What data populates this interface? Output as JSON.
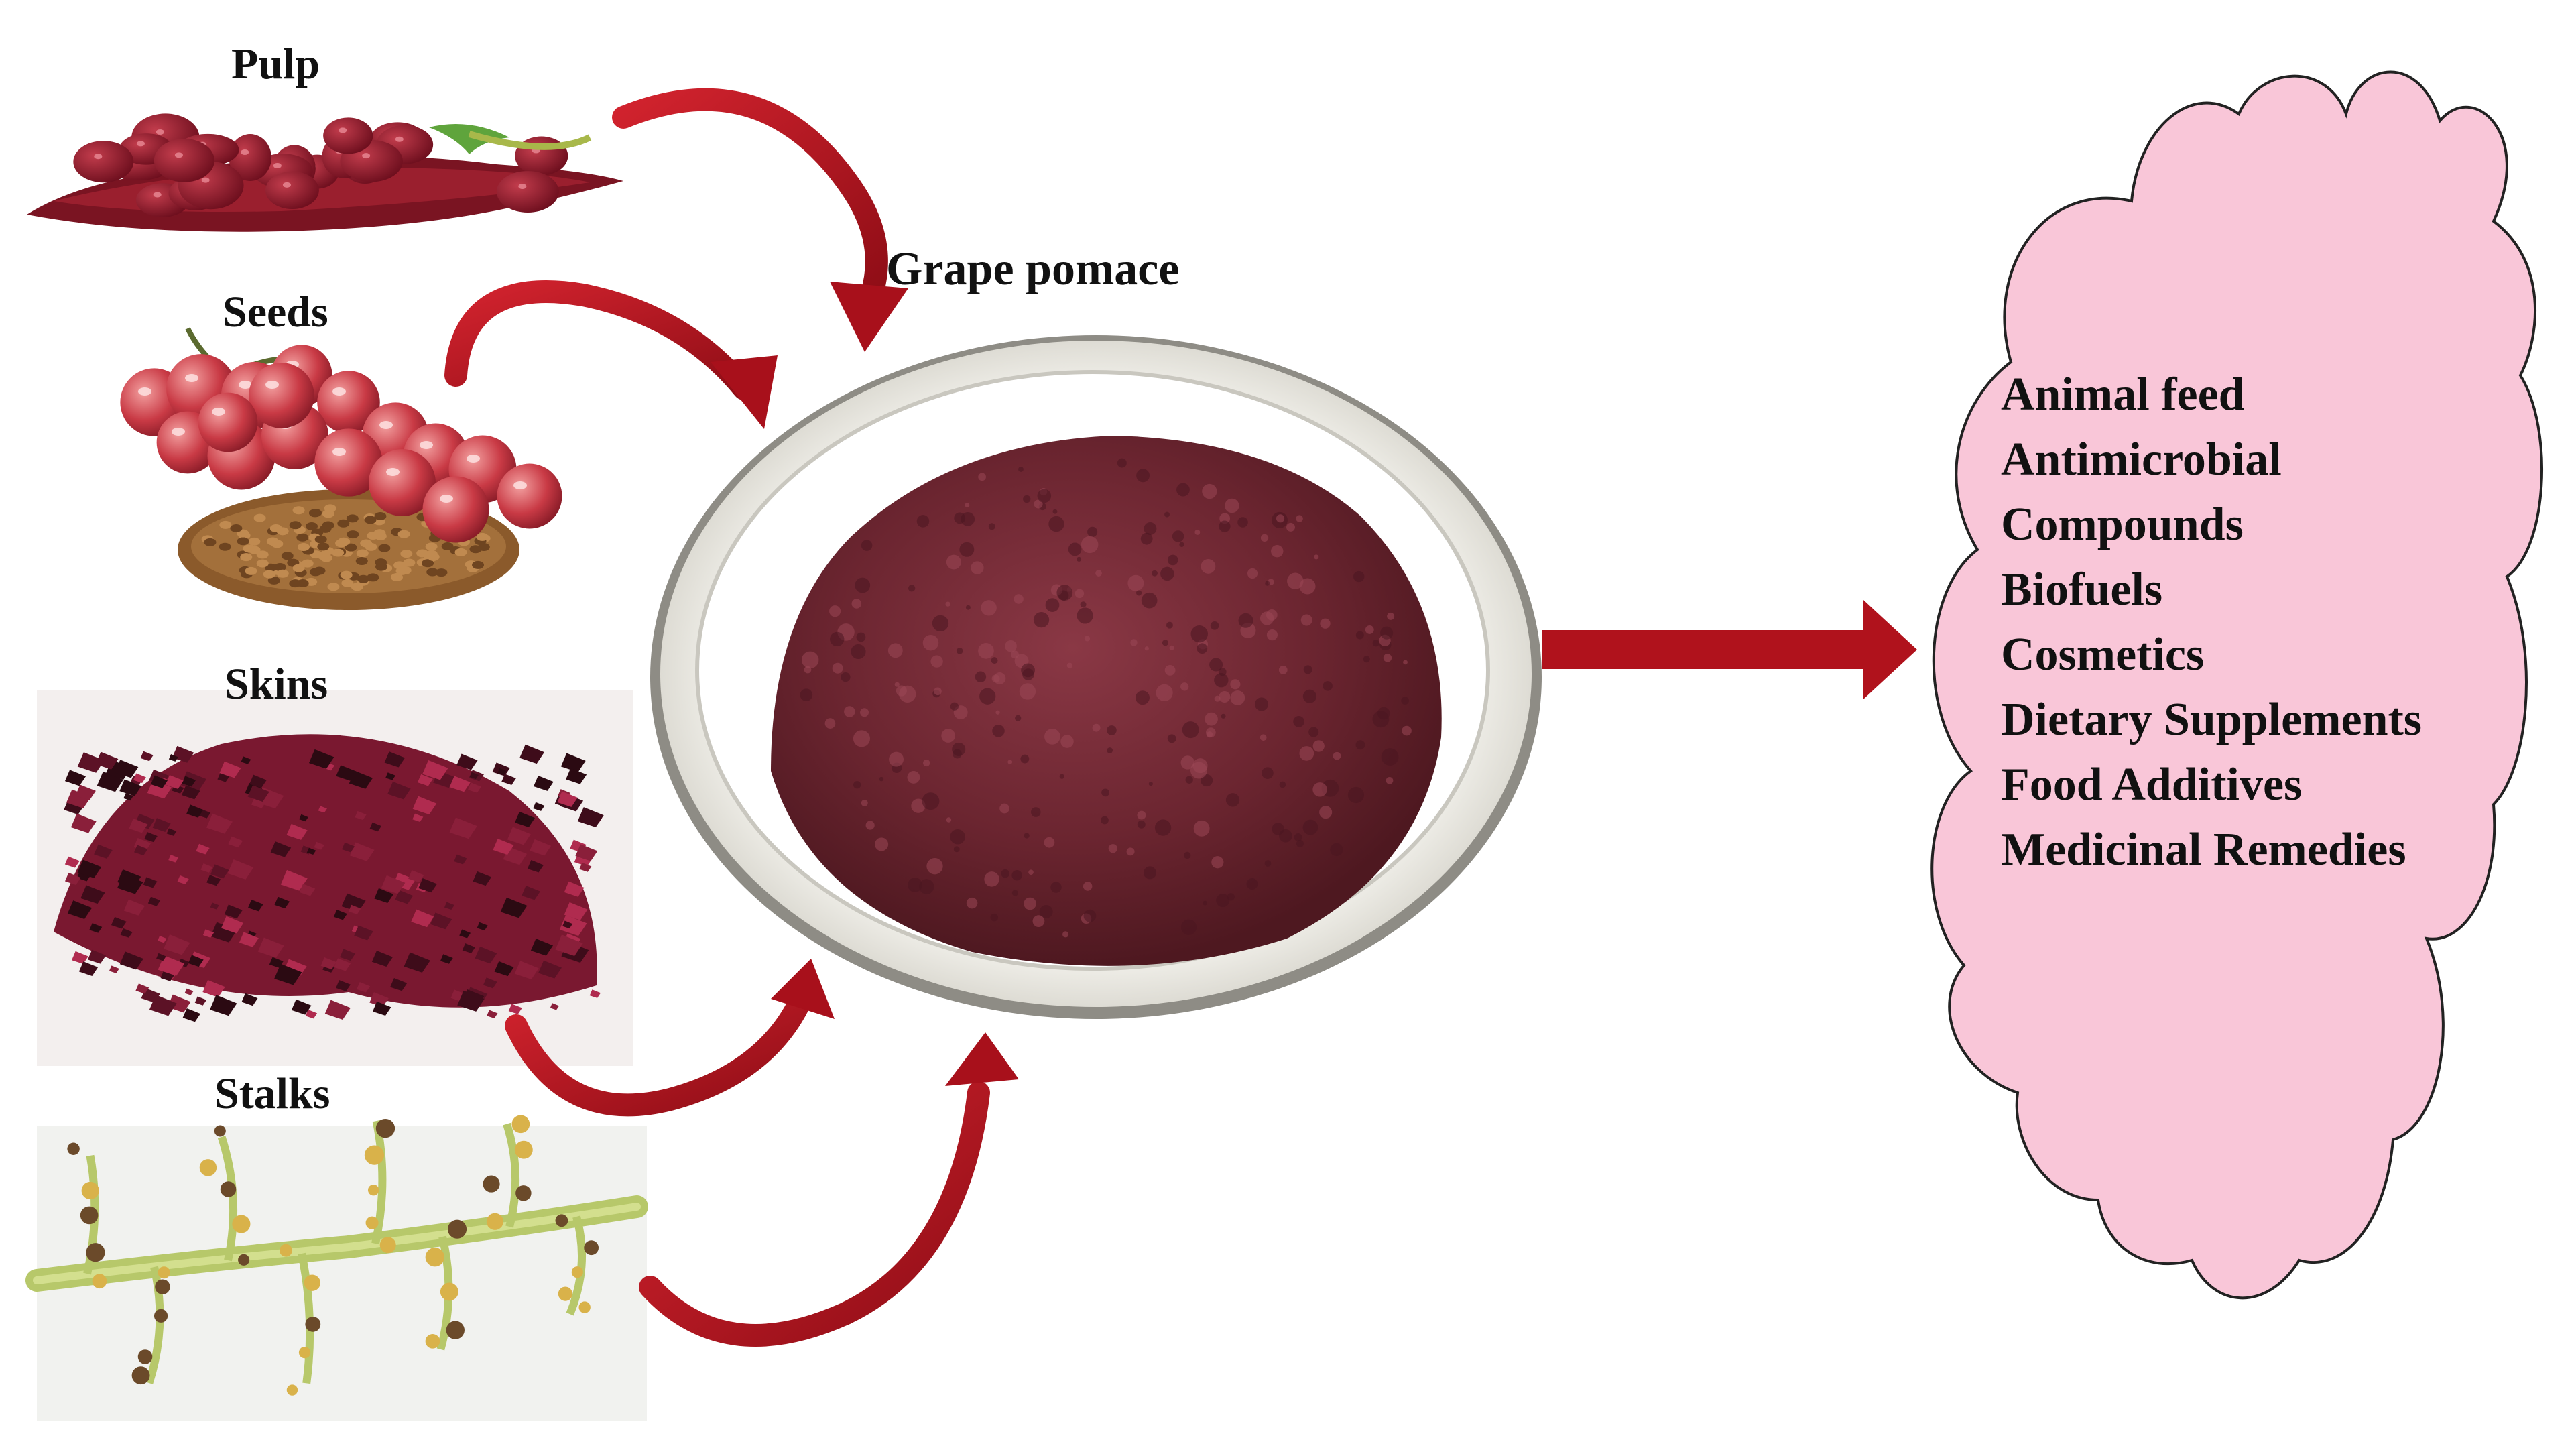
{
  "sources": [
    {
      "id": "pulp",
      "label": "Pulp"
    },
    {
      "id": "seeds",
      "label": "Seeds"
    },
    {
      "id": "skins",
      "label": "Skins"
    },
    {
      "id": "stalks",
      "label": "Stalks"
    }
  ],
  "center": {
    "label": "Grape pomace"
  },
  "applications": [
    "Animal feed",
    "Antimicrobial",
    "Compounds",
    "Biofuels",
    "Cosmetics",
    "Dietary Supplements",
    "Food Additives",
    "Medicinal Remedies"
  ],
  "colors": {
    "arrow": "#b0121c",
    "cloud_fill": "#f9c6d8",
    "pomace_powder": "#6b2530",
    "bowl": "#ecebe5"
  }
}
